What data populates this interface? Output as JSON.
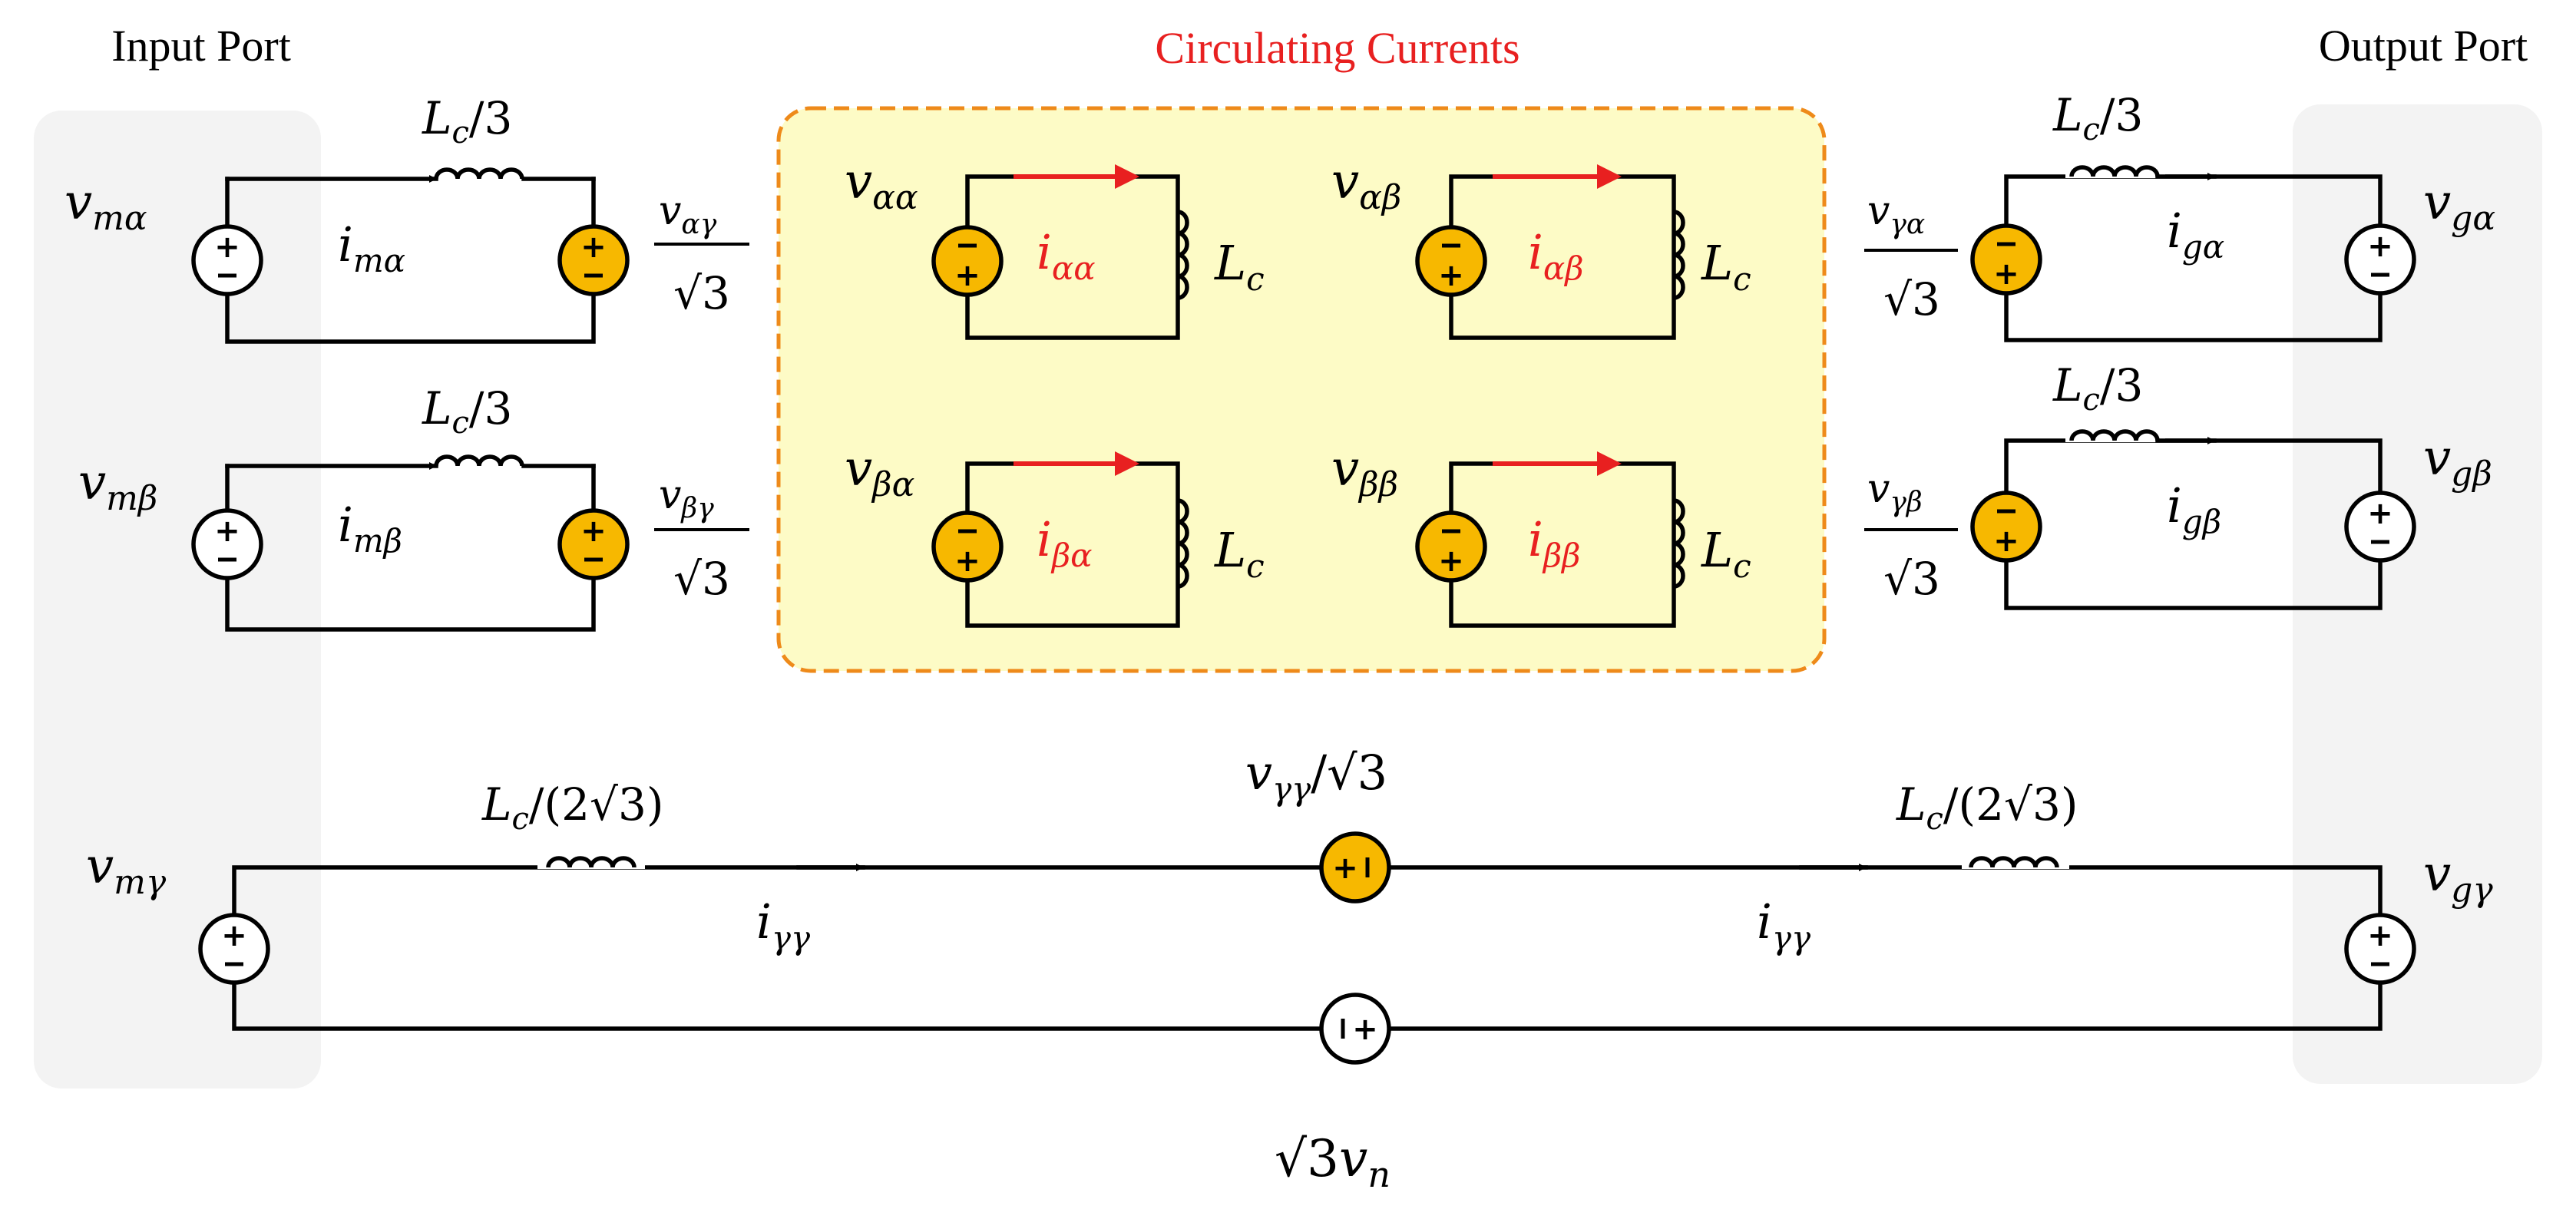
{
  "headers": {
    "input_port": "Input Port",
    "output_port": "Output Port",
    "circulating": "Circulating Currents"
  },
  "colors": {
    "port_panel": "#f3f3f3",
    "circ_panel": "#fdfbc6",
    "circ_border": "#ee8a1a",
    "source_fill": "#f7b800",
    "current_red": "#e82020"
  },
  "labels": {
    "vma": {
      "base": "v",
      "sub": "mα"
    },
    "vmb": {
      "base": "v",
      "sub": "mβ"
    },
    "vmg": {
      "base": "v",
      "sub": "mγ"
    },
    "vga": {
      "base": "v",
      "sub": "gα"
    },
    "vgb": {
      "base": "v",
      "sub": "gβ"
    },
    "vgg": {
      "base": "v",
      "sub": "gγ"
    },
    "ima": {
      "base": "i",
      "sub": "mα"
    },
    "imb": {
      "base": "i",
      "sub": "mβ"
    },
    "iga": {
      "base": "i",
      "sub": "gα"
    },
    "igb": {
      "base": "i",
      "sub": "gβ"
    },
    "igg": {
      "base": "i",
      "sub": "γγ"
    },
    "vaa": {
      "base": "v",
      "sub": "αα"
    },
    "vab": {
      "base": "v",
      "sub": "αβ"
    },
    "vba": {
      "base": "v",
      "sub": "βα"
    },
    "vbb": {
      "base": "v",
      "sub": "ββ"
    },
    "iaa": {
      "base": "i",
      "sub": "αα"
    },
    "iab": {
      "base": "i",
      "sub": "αβ"
    },
    "iba": {
      "base": "i",
      "sub": "βα"
    },
    "ibb": {
      "base": "i",
      "sub": "ββ"
    },
    "Lc": {
      "base": "L",
      "sub": "c"
    },
    "Lc3": {
      "base": "L",
      "sub": "c",
      "rest": "/3"
    },
    "Lc2r3": {
      "base": "L",
      "sub": "c",
      "rest": "/(2√3)"
    },
    "vag_frac": {
      "base": "v",
      "sub": "αγ",
      "den": "√3"
    },
    "vbg_frac": {
      "base": "v",
      "sub": "βγ",
      "den": "√3"
    },
    "vga_frac": {
      "base": "v",
      "sub": "γα",
      "den": "√3"
    },
    "vgb_frac": {
      "base": "v",
      "sub": "γβ",
      "den": "√3"
    },
    "vgg_over": {
      "base": "v",
      "sub": "γγ",
      "rest": "/√3"
    },
    "vn": {
      "pre": "√3",
      "base": "v",
      "sub": "n"
    }
  }
}
